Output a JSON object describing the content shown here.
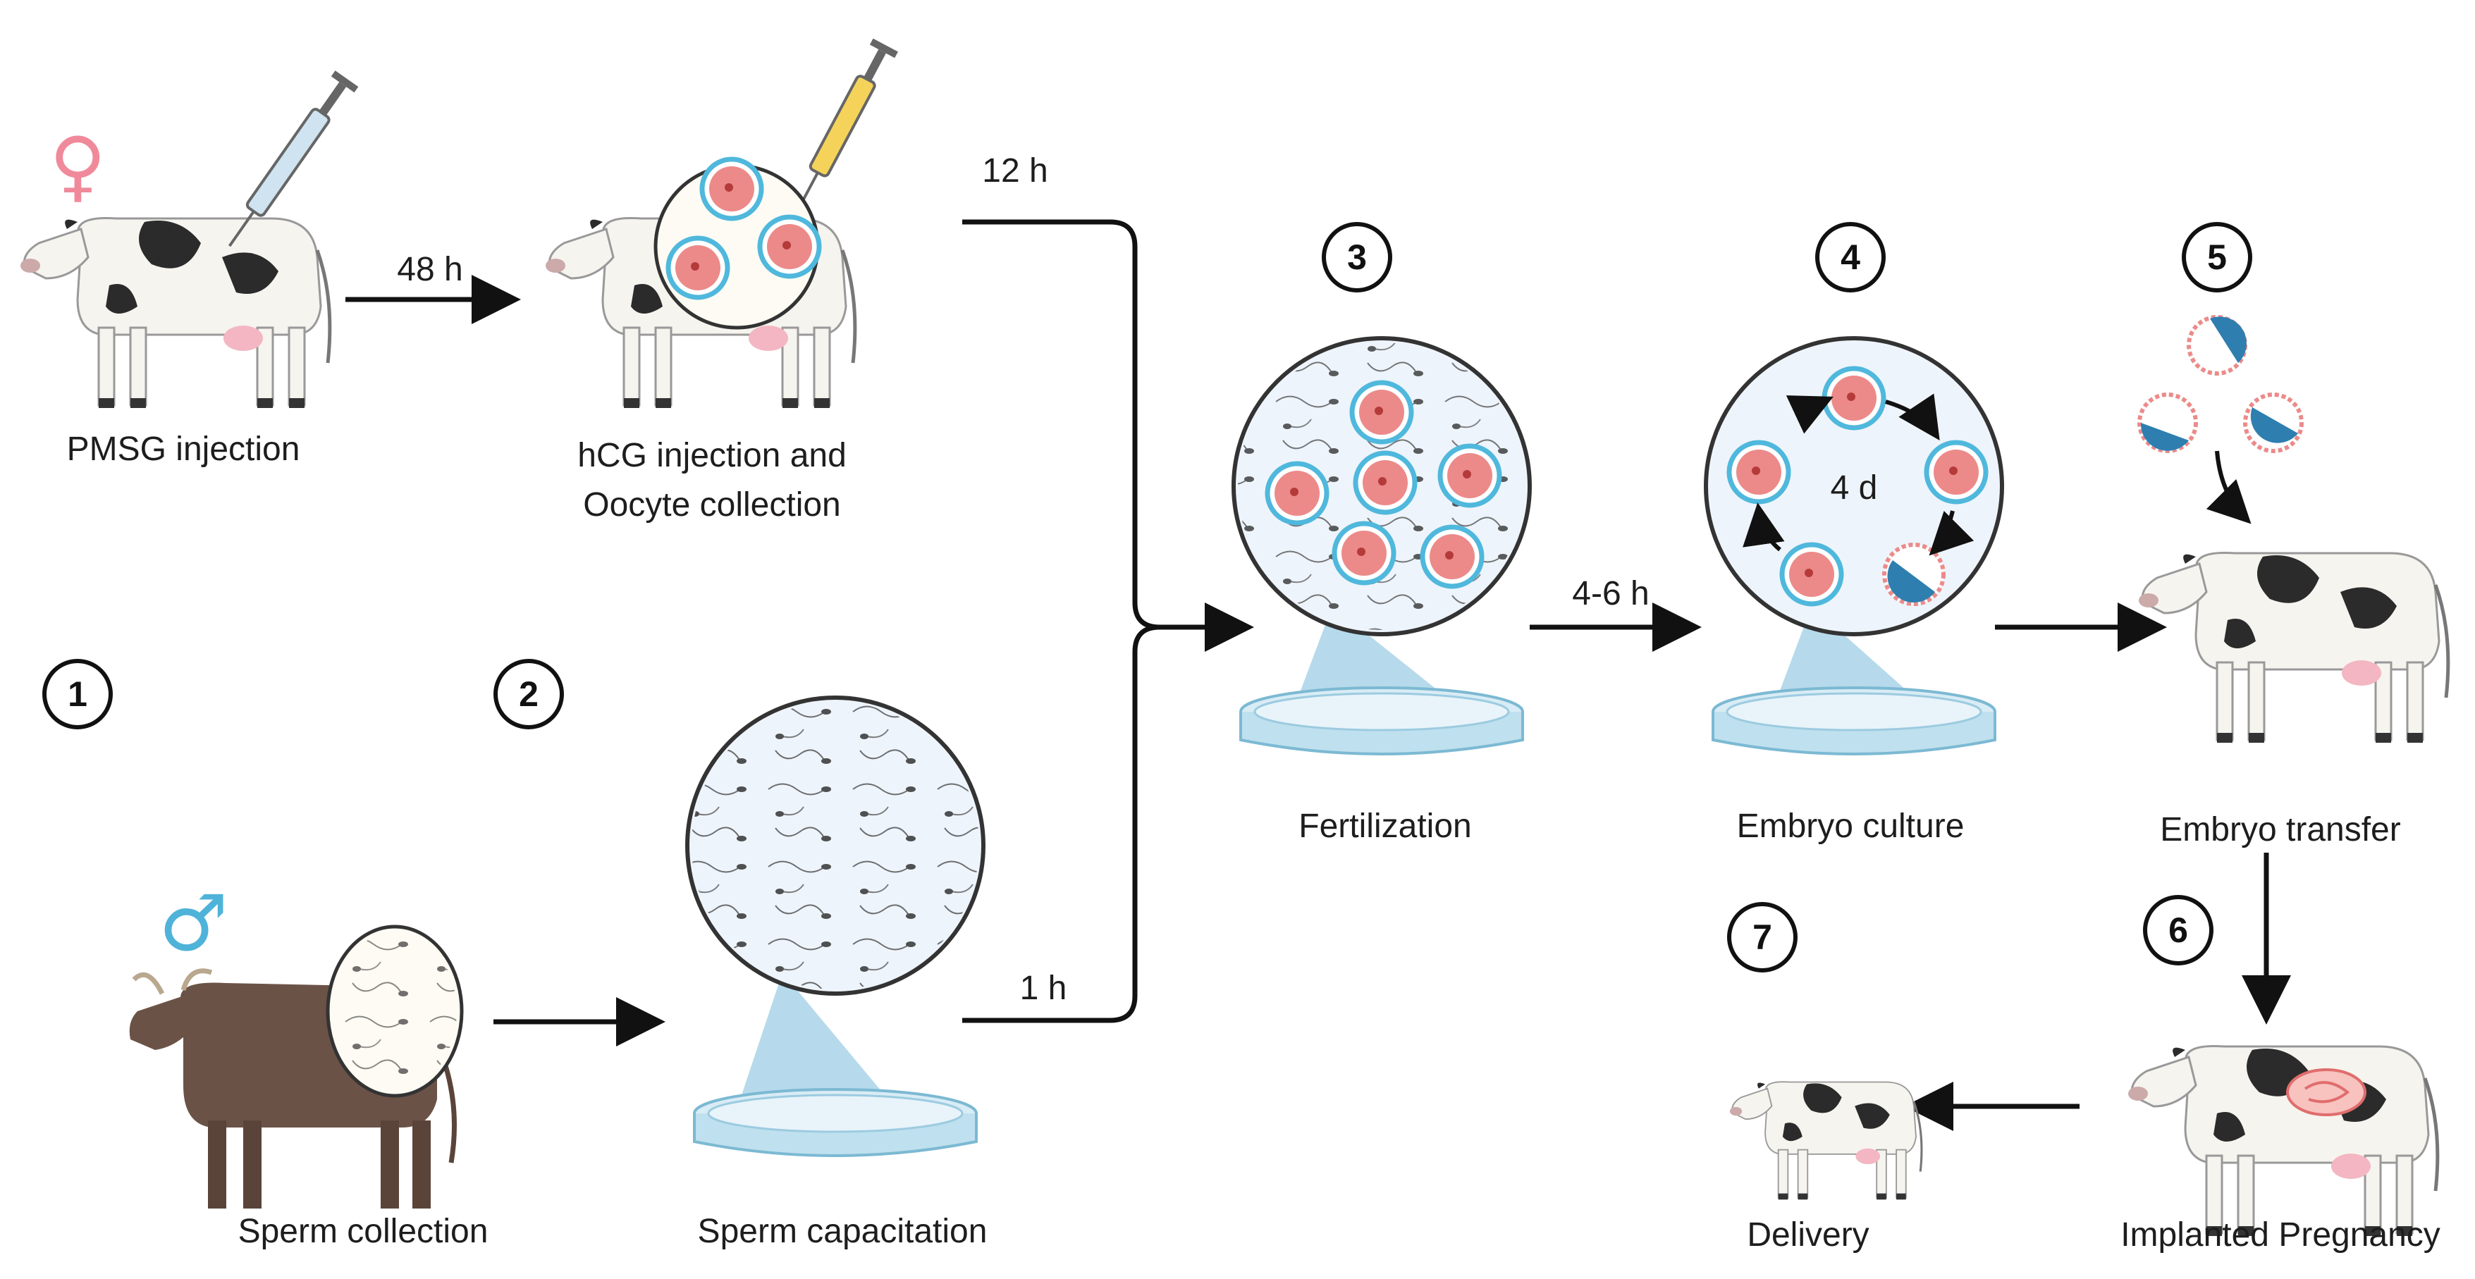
{
  "labels": {
    "pmsg": "PMSG injection",
    "hcg_line1": "hCG injection and",
    "hcg_line2": "Oocyte collection",
    "sperm_collection": "Sperm collection",
    "sperm_capacitation": "Sperm capacitation",
    "fertilization": "Fertilization",
    "embryo_culture": "Embryo culture",
    "embryo_transfer": "Embryo transfer",
    "implanted_pregnancy": "Implanted Pregnancy",
    "delivery": "Delivery"
  },
  "times": {
    "t48h": "48 h",
    "t12h": "12 h",
    "t1h": "1 h",
    "t4_6h": "4-6 h",
    "t4d": "4 d"
  },
  "steps": [
    "1",
    "2",
    "3",
    "4",
    "5",
    "6",
    "7"
  ],
  "symbols": {
    "female": "♀",
    "male": "♂"
  },
  "colors": {
    "female": "#f08a9a",
    "male": "#4fb3d9",
    "arrow": "#111111",
    "dish": "#bfe0ee",
    "zoom_bg": "#eef4fb",
    "oocyte": "#ec8a8a",
    "zona": "#4fb8dc",
    "cow_spot": "#2b2b2b",
    "bull": "#6b5247",
    "blastocyst": "#2e7fb0"
  },
  "icons": [
    "syringe-icon",
    "cow-icon",
    "bull-icon",
    "petri-dish-icon",
    "oocyte-icon",
    "sperm-icon",
    "calf-icon",
    "uterus-icon"
  ]
}
